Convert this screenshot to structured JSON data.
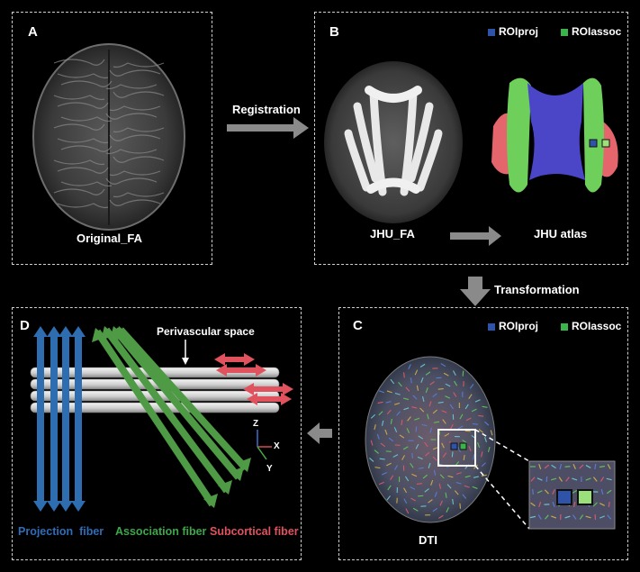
{
  "panels": {
    "A": {
      "letter": "A",
      "caption": "Original_FA"
    },
    "B": {
      "letter": "B",
      "left_caption": "JHU_FA",
      "right_caption": "JHU atlas"
    },
    "C": {
      "letter": "C",
      "caption": "DTI"
    },
    "D": {
      "letter": "D"
    }
  },
  "arrows": {
    "registration": "Registration",
    "transformation": "Transformation"
  },
  "legend": {
    "roi_proj": "ROIproj",
    "roi_assoc": "ROIassoc"
  },
  "panel_d": {
    "perivascular": "Perivascular space",
    "axis_z": "Z",
    "axis_x": "X",
    "axis_y": "Y",
    "projection": "Projection  fiber",
    "association": "Association fiber",
    "subcortical": "Subcortical fiber"
  },
  "colors": {
    "proj_blue": "#2f53a8",
    "assoc_green": "#39b54a",
    "fiber_blue": "#2d6db0",
    "fiber_green": "#4e9a45",
    "fiber_red": "#e0525e",
    "arrow_gray": "#8a8a8a"
  }
}
